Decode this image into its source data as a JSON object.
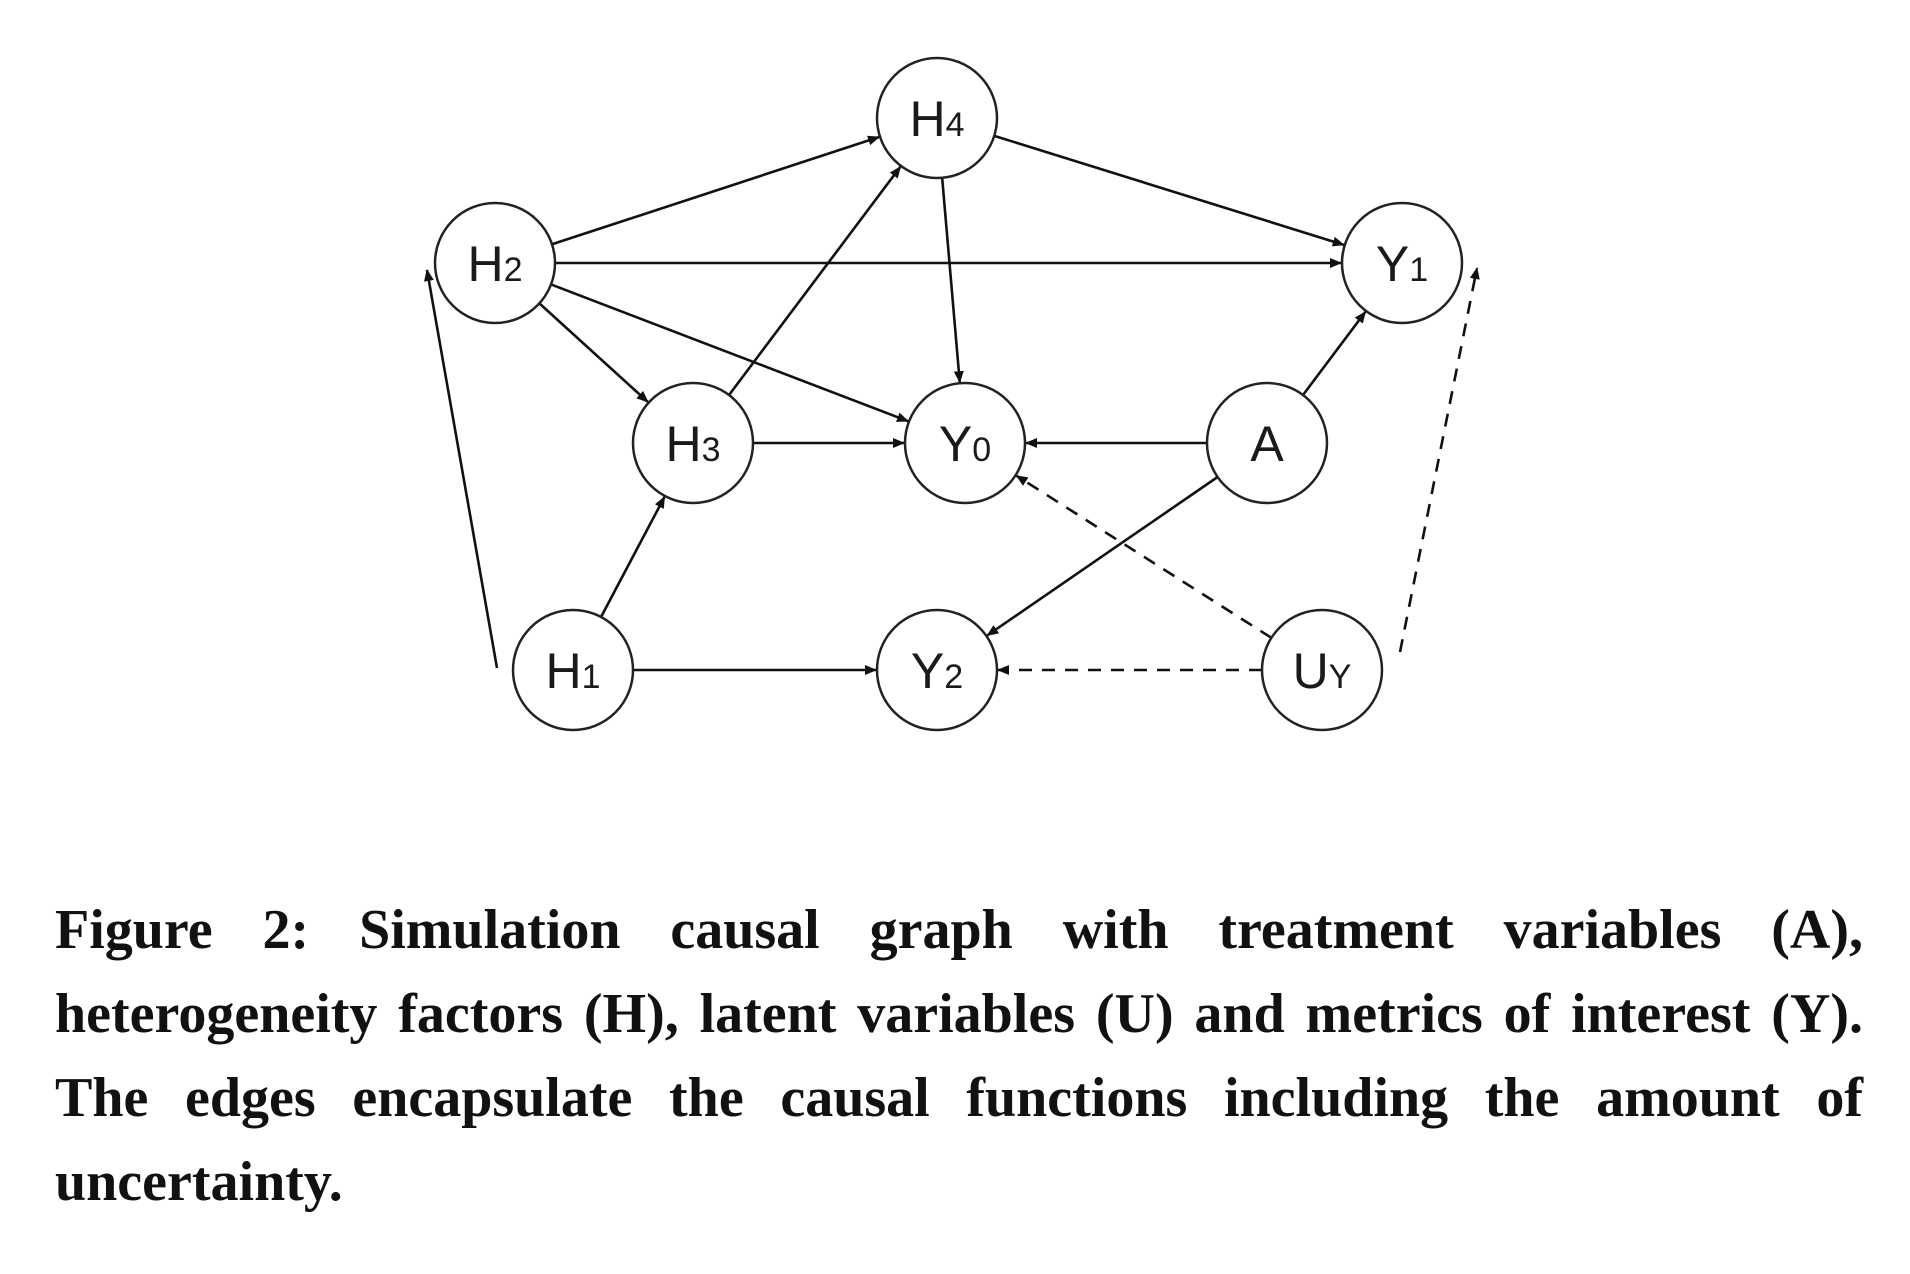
{
  "figure": {
    "nodes": [
      {
        "id": "H4",
        "main": "H",
        "sub": "4"
      },
      {
        "id": "H2",
        "main": "H",
        "sub": "2"
      },
      {
        "id": "Y1",
        "main": "Y",
        "sub": "1"
      },
      {
        "id": "H3",
        "main": "H",
        "sub": "3"
      },
      {
        "id": "Y0",
        "main": "Y",
        "sub": "0"
      },
      {
        "id": "A",
        "main": "A",
        "sub": ""
      },
      {
        "id": "H1",
        "main": "H",
        "sub": "1"
      },
      {
        "id": "Y2",
        "main": "Y",
        "sub": "2"
      },
      {
        "id": "UY",
        "main": "U",
        "sub": "Y"
      }
    ],
    "edges": [
      {
        "from": "H2",
        "to": "H4",
        "style": "solid"
      },
      {
        "from": "H4",
        "to": "Y1",
        "style": "solid"
      },
      {
        "from": "H4",
        "to": "Y0",
        "style": "solid"
      },
      {
        "from": "H2",
        "to": "Y1",
        "style": "solid"
      },
      {
        "from": "H2",
        "to": "Y0",
        "style": "solid"
      },
      {
        "from": "H2",
        "to": "H3",
        "style": "solid"
      },
      {
        "from": "H3",
        "to": "H4",
        "style": "solid"
      },
      {
        "from": "H3",
        "to": "Y0",
        "style": "solid"
      },
      {
        "from": "A",
        "to": "Y0",
        "style": "solid"
      },
      {
        "from": "A",
        "to": "Y1",
        "style": "solid"
      },
      {
        "from": "A",
        "to": "Y2",
        "style": "solid"
      },
      {
        "from": "H1",
        "to": "H3",
        "style": "solid"
      },
      {
        "from": "H1",
        "to": "H2",
        "style": "solid"
      },
      {
        "from": "H1",
        "to": "Y2",
        "style": "solid"
      },
      {
        "from": "UY",
        "to": "Y0",
        "style": "dashed"
      },
      {
        "from": "UY",
        "to": "Y2",
        "style": "dashed"
      },
      {
        "from": "UY",
        "to": "Y1",
        "style": "dashed"
      }
    ],
    "caption": "Figure 2: Simulation causal graph with treatment variables (A), heterogeneity factors (H), latent variables (U) and met­rics of interest (Y). The edges encapsulate the causal func­tions including the amount of uncertainty."
  }
}
